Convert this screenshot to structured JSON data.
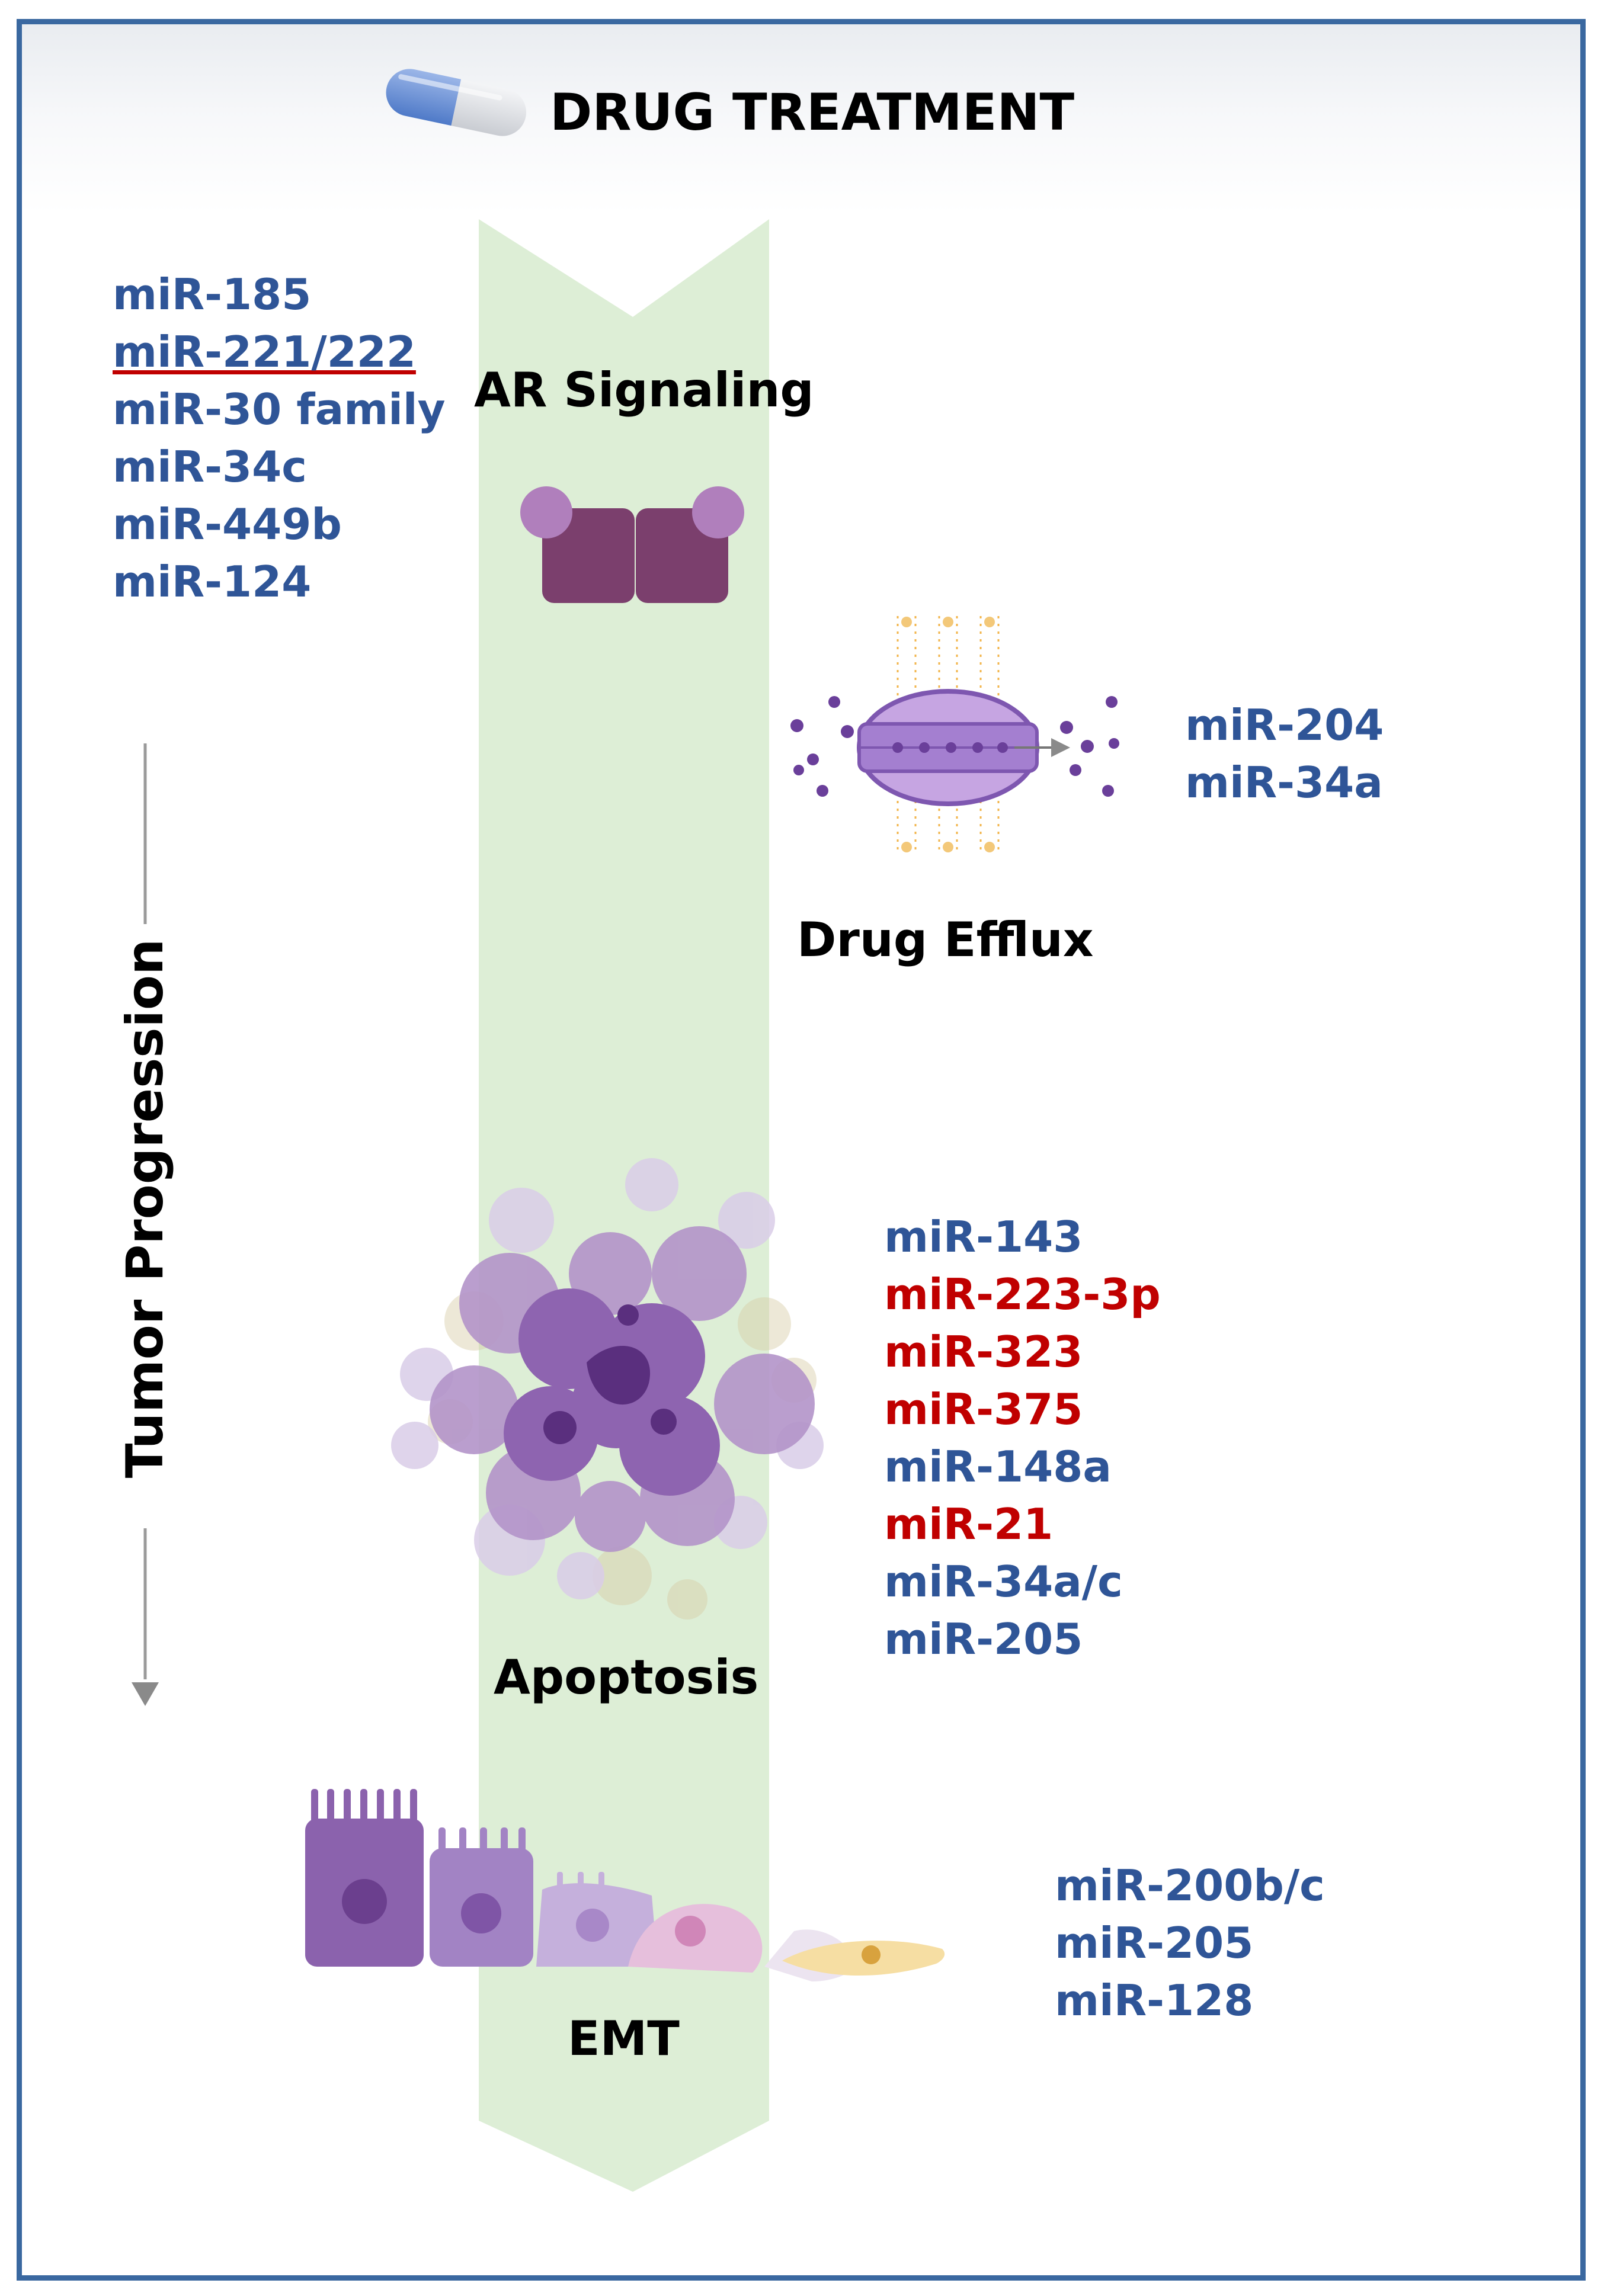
{
  "title": "DRUG TREATMENT",
  "axis_label": "Tumor Progression",
  "colors": {
    "frame_border": "#3a68a0",
    "suppressor_blue": "#2f5597",
    "oncomir_red": "#c00000",
    "arrow_green": "#d9ecd2"
  },
  "stages": [
    {
      "label": "AR Signaling",
      "icon": "androgen-receptor-dimer-icon",
      "mirnas": [
        {
          "name": "miR-185",
          "color": "blue"
        },
        {
          "name": "miR-221/222",
          "color": "blue-red"
        },
        {
          "name": "miR-30 family",
          "color": "blue"
        },
        {
          "name": "miR-34c",
          "color": "blue"
        },
        {
          "name": "miR-449b",
          "color": "blue"
        },
        {
          "name": "miR-124",
          "color": "blue"
        }
      ]
    },
    {
      "label": "Drug Efflux",
      "icon": "membrane-efflux-pump-icon",
      "mirnas": [
        {
          "name": "miR-204",
          "color": "blue"
        },
        {
          "name": "miR-34a",
          "color": "blue"
        }
      ]
    },
    {
      "label": "Apoptosis",
      "icon": "apoptotic-cell-cluster-icon",
      "mirnas": [
        {
          "name": "miR-143",
          "color": "blue"
        },
        {
          "name": "miR-223-3p",
          "color": "red"
        },
        {
          "name": "miR-323",
          "color": "red"
        },
        {
          "name": "miR-375",
          "color": "red"
        },
        {
          "name": "miR-148a",
          "color": "blue"
        },
        {
          "name": "miR-21",
          "color": "red"
        },
        {
          "name": "miR-34a/c",
          "color": "blue"
        },
        {
          "name": "miR-205",
          "color": "blue"
        }
      ]
    },
    {
      "label": "EMT",
      "icon": "emt-cell-transition-icon",
      "mirnas": [
        {
          "name": "miR-200b/c",
          "color": "blue"
        },
        {
          "name": "miR-205",
          "color": "blue"
        },
        {
          "name": "miR-128",
          "color": "blue"
        }
      ]
    }
  ]
}
